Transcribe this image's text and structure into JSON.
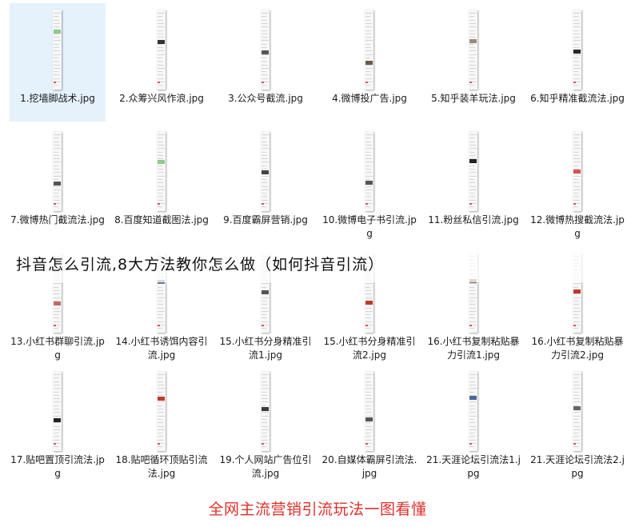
{
  "file_grid": {
    "selected_index": 0,
    "items": [
      {
        "label": "1.挖墙脚战术.jpg",
        "accent": "#8fc98a"
      },
      {
        "label": "2.众筹兴风作浪.jpg",
        "accent": "#333333"
      },
      {
        "label": "3.公众号截流.jpg",
        "accent": "#555555"
      },
      {
        "label": "4.微博投广告.jpg",
        "accent": "#6b5a4a"
      },
      {
        "label": "5.知乎装羊玩法.jpg",
        "accent": "#9b8a7a"
      },
      {
        "label": "6.知乎精准截流法.jpg",
        "accent": "#2a2a2a"
      },
      {
        "label": "7.微博热门截流法.jpg",
        "accent": "#555555"
      },
      {
        "label": "8.百度知道截图法.jpg",
        "accent": "#8fc98a"
      },
      {
        "label": "9.百度霸屏营销.jpg",
        "accent": "#444444"
      },
      {
        "label": "10.微博电子书引流.jpg",
        "accent": "#555555"
      },
      {
        "label": "11.粉丝私信引流.jpg",
        "accent": "#222222"
      },
      {
        "label": "12.微博热搜截流法.jpg",
        "accent": "#d9534f"
      },
      {
        "label": "13.小红书群聊引流.jpg",
        "accent": "#cc6666"
      },
      {
        "label": "14.小红书诱饵内容引流.jpg",
        "accent": "#6a7a9a"
      },
      {
        "label": "15.小红书分身精准引流1.jpg",
        "accent": "#555555"
      },
      {
        "label": "15.小红书分身精准引流2.jpg",
        "accent": "#c0392b"
      },
      {
        "label": "16.小红书复制粘贴暴力引流1.jpg",
        "accent": "#8a6a5a"
      },
      {
        "label": "16.小红书复制粘贴暴力引流2.jpg",
        "accent": "#c0392b"
      },
      {
        "label": "17.贴吧置顶引流法.jpg",
        "accent": "#222222"
      },
      {
        "label": "18.贴吧循环顶贴引流法.jpg",
        "accent": "#c0392b"
      },
      {
        "label": "19.个人网站广告位引流.jpg",
        "accent": "#3a3a3a"
      },
      {
        "label": "20.自媒体霸屏引流法.jpg",
        "accent": "#555555"
      },
      {
        "label": "21.天涯论坛引流法1.jpg",
        "accent": "#4a6a9a"
      },
      {
        "label": "21.天涯论坛引流法2.jpg",
        "accent": "#666666"
      }
    ]
  },
  "overlay_title": "抖音怎么引流,8大方法教你怎么做（如何抖音引流）",
  "caption": "全网主流营销引流玩法一图看懂",
  "colors": {
    "selection_bg": "#e5f1fb",
    "caption_red": "#e0302c"
  }
}
